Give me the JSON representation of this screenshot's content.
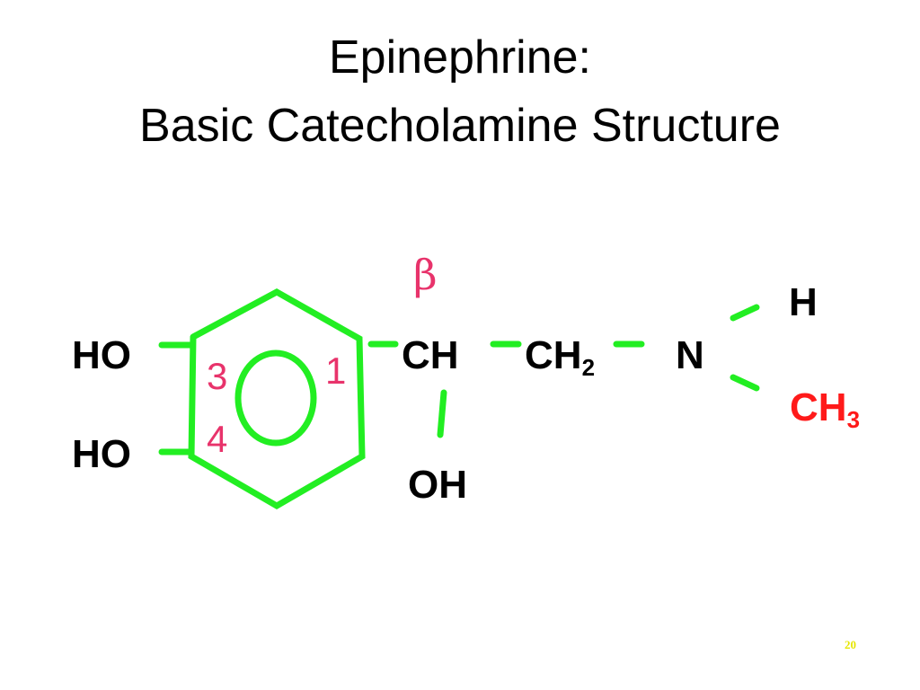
{
  "title": {
    "line1": "Epinephrine:",
    "line2": "Basic Catecholamine Structure"
  },
  "structure": {
    "substituent_ho_3": "HO",
    "substituent_ho_4": "HO",
    "ring_position_1": "1",
    "ring_position_3": "3",
    "ring_position_4": "4",
    "beta_label": "β",
    "beta_carbon": "CH",
    "hydroxyl": "OH",
    "methylene": "CH",
    "methylene_subscript": "2",
    "nitrogen": "N",
    "amine_hydrogen": "H",
    "methyl": "CH",
    "methyl_subscript": "3"
  },
  "page_number": "20",
  "colors": {
    "bond_color": "#22ee22",
    "label_color": "#e8336b",
    "methyl_color": "#ff1a1a",
    "page_number_color": "#e6e600"
  }
}
